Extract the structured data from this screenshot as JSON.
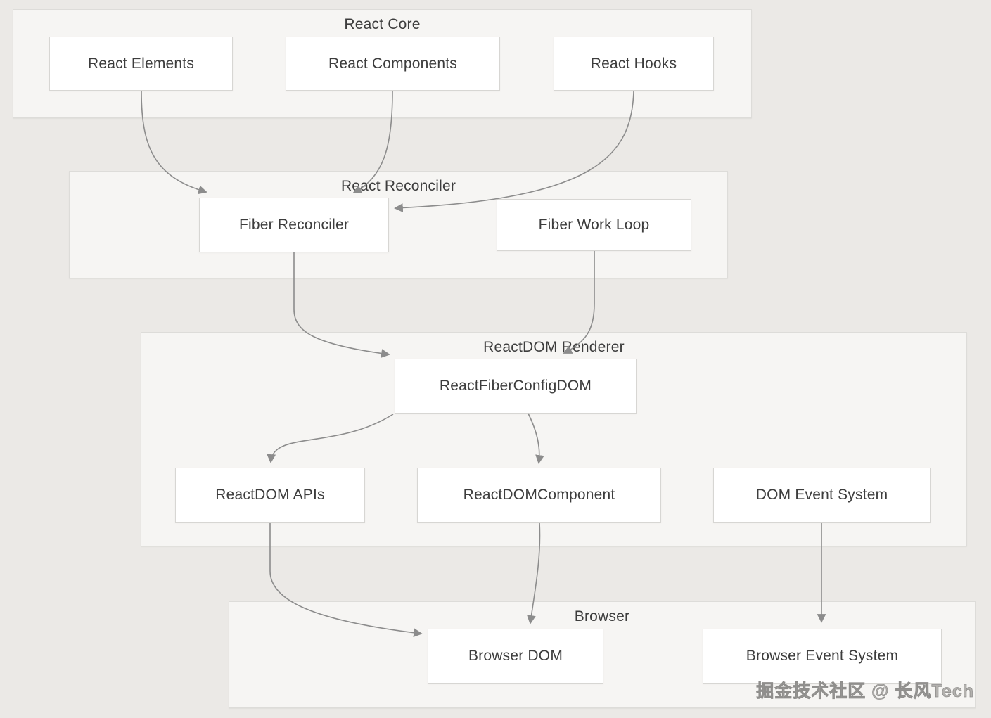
{
  "colors": {
    "page_bg": "#ebe9e6",
    "group_bg": "#f6f5f3",
    "group_border": "#dddcd9",
    "node_bg": "#ffffff",
    "node_border": "#d7d6d3",
    "text": "#3d3d3d",
    "arrow": "#8c8c8c"
  },
  "groups": [
    {
      "title": "React Core",
      "nodes": [
        {
          "label": "React Elements"
        },
        {
          "label": "React Components"
        },
        {
          "label": "React Hooks"
        }
      ]
    },
    {
      "title": "React Reconciler",
      "nodes": [
        {
          "label": "Fiber Reconciler"
        },
        {
          "label": "Fiber Work Loop"
        }
      ]
    },
    {
      "title": "ReactDOM Renderer",
      "nodes": [
        {
          "label": "ReactFiberConfigDOM"
        },
        {
          "label": "ReactDOM APIs"
        },
        {
          "label": "ReactDOMComponent"
        },
        {
          "label": "DOM Event System"
        }
      ]
    },
    {
      "title": "Browser",
      "nodes": [
        {
          "label": "Browser DOM"
        },
        {
          "label": "Browser Event System"
        }
      ]
    }
  ],
  "edges": [
    {
      "from": "React Elements",
      "to": "Fiber Reconciler"
    },
    {
      "from": "React Components",
      "to": "Fiber Reconciler"
    },
    {
      "from": "React Hooks",
      "to": "Fiber Reconciler"
    },
    {
      "from": "Fiber Reconciler",
      "to": "ReactFiberConfigDOM"
    },
    {
      "from": "Fiber Work Loop",
      "to": "ReactFiberConfigDOM"
    },
    {
      "from": "ReactFiberConfigDOM",
      "to": "ReactDOM APIs"
    },
    {
      "from": "ReactFiberConfigDOM",
      "to": "ReactDOMComponent"
    },
    {
      "from": "ReactDOM APIs",
      "to": "Browser DOM"
    },
    {
      "from": "ReactDOMComponent",
      "to": "Browser DOM"
    },
    {
      "from": "DOM Event System",
      "to": "Browser Event System"
    }
  ],
  "watermark": "掘金技术社区 @ 长风Tech"
}
